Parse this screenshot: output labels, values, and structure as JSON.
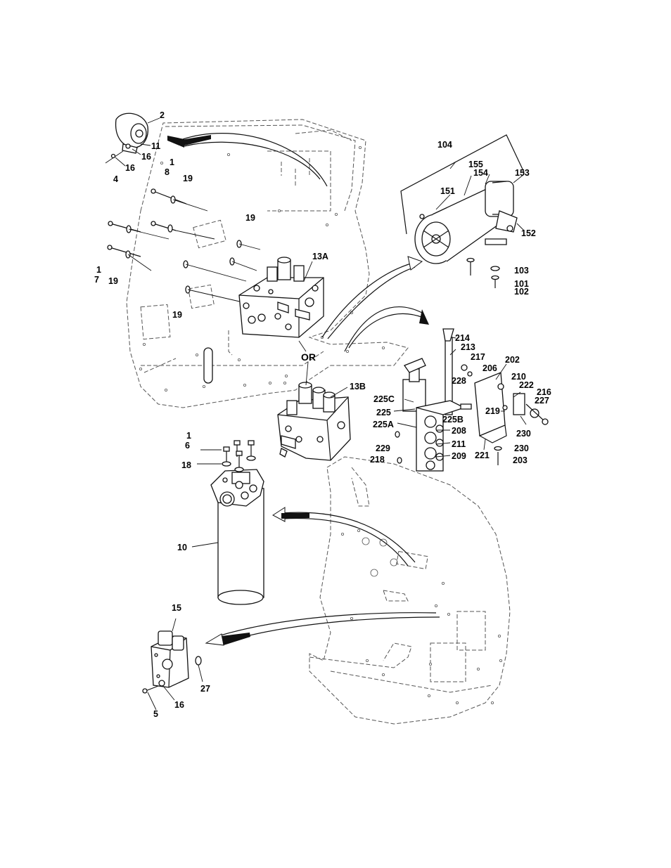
{
  "labels": [
    {
      "text": "2"
    },
    {
      "text": "11"
    },
    {
      "text": "16"
    },
    {
      "text": "16"
    },
    {
      "text": "4"
    },
    {
      "text": "1"
    },
    {
      "text": "8"
    },
    {
      "text": "19"
    },
    {
      "text": "19"
    },
    {
      "text": "1"
    },
    {
      "text": "7"
    },
    {
      "text": "19"
    },
    {
      "text": "13A"
    },
    {
      "text": "19"
    },
    {
      "text": "OR"
    },
    {
      "text": "13B"
    },
    {
      "text": "104"
    },
    {
      "text": "155"
    },
    {
      "text": "154"
    },
    {
      "text": "153"
    },
    {
      "text": "151"
    },
    {
      "text": "152"
    },
    {
      "text": "103"
    },
    {
      "text": "101"
    },
    {
      "text": "102"
    },
    {
      "text": "214"
    },
    {
      "text": "213"
    },
    {
      "text": "217"
    },
    {
      "text": "202"
    },
    {
      "text": "206"
    },
    {
      "text": "228"
    },
    {
      "text": "210"
    },
    {
      "text": "222"
    },
    {
      "text": "216"
    },
    {
      "text": "227"
    },
    {
      "text": "225C"
    },
    {
      "text": "225"
    },
    {
      "text": "225B"
    },
    {
      "text": "219"
    },
    {
      "text": "225A"
    },
    {
      "text": "208"
    },
    {
      "text": "230"
    },
    {
      "text": "211"
    },
    {
      "text": "230"
    },
    {
      "text": "229"
    },
    {
      "text": "221"
    },
    {
      "text": "218"
    },
    {
      "text": "209"
    },
    {
      "text": "203"
    },
    {
      "text": "1"
    },
    {
      "text": "6"
    },
    {
      "text": "18"
    },
    {
      "text": "10"
    },
    {
      "text": "15"
    },
    {
      "text": "27"
    },
    {
      "text": "5"
    },
    {
      "text": "16"
    }
  ]
}
